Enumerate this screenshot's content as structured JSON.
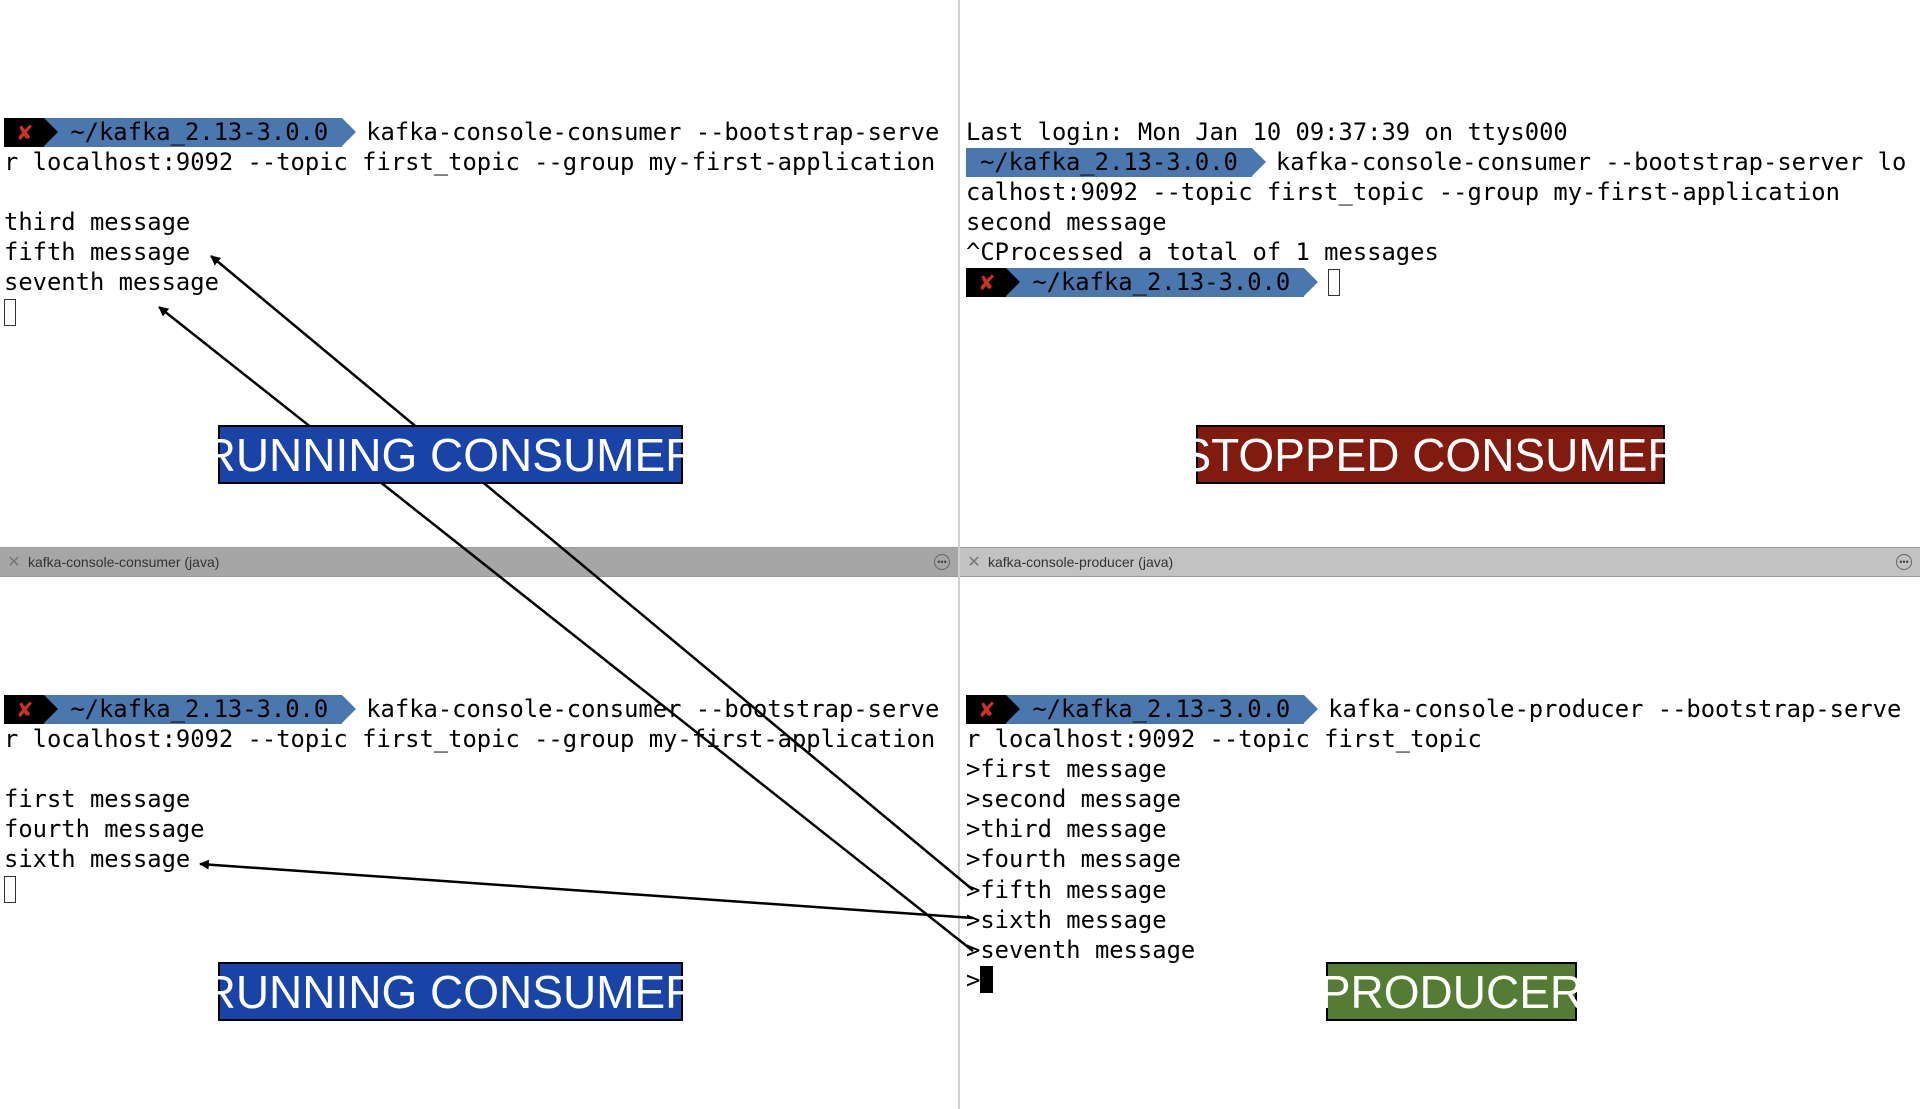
{
  "panes": {
    "top_left": {
      "prompt": {
        "status_icon": "x-mark-icon",
        "path": "~/kafka_2.13-3.0.0",
        "command": "kafka-console-consumer --bootstrap-serve"
      },
      "lines": [
        "r localhost:9092 --topic first_topic --group my-first-application",
        "",
        "third message",
        "fifth message",
        "seventh message"
      ]
    },
    "top_right": {
      "login": "Last login: Mon Jan 10 09:37:39 on ttys000",
      "prompt": {
        "path": "~/kafka_2.13-3.0.0",
        "command": "kafka-console-consumer --bootstrap-server lo"
      },
      "lines": [
        "calhost:9092 --topic first_topic --group my-first-application",
        "second message",
        "^CProcessed a total of 1 messages"
      ],
      "prompt2": {
        "status_icon": "x-mark-icon",
        "path": "~/kafka_2.13-3.0.0"
      }
    },
    "bottom_left": {
      "tab_title": "kafka-console-consumer (java)",
      "prompt": {
        "status_icon": "x-mark-icon",
        "path": "~/kafka_2.13-3.0.0",
        "command": "kafka-console-consumer --bootstrap-serve"
      },
      "lines": [
        "r localhost:9092 --topic first_topic --group my-first-application",
        "",
        "first message",
        "fourth message",
        "sixth message"
      ]
    },
    "bottom_right": {
      "tab_title": "kafka-console-producer (java)",
      "prompt": {
        "status_icon": "x-mark-icon",
        "path": "~/kafka_2.13-3.0.0",
        "command": "kafka-console-producer --bootstrap-serve"
      },
      "lines": [
        "r localhost:9092 --topic first_topic",
        ">first message",
        ">second message",
        ">third message",
        ">fourth message",
        ">fifth message",
        ">sixth message",
        ">seventh message"
      ],
      "input_prompt": ">"
    }
  },
  "labels": {
    "top_left": "RUNNING CONSUMER",
    "top_right": "STOPPED CONSUMER",
    "bottom_left": "RUNNING CONSUMER",
    "bottom_right": "PRODUCER"
  },
  "colors": {
    "running": "#1a43a8",
    "stopped": "#821b0f",
    "producer": "#547c34",
    "prompt_path_bg": "#4a77ae",
    "tab_active": "#a6a6a6",
    "tab_inactive": "#c2c2c2"
  }
}
